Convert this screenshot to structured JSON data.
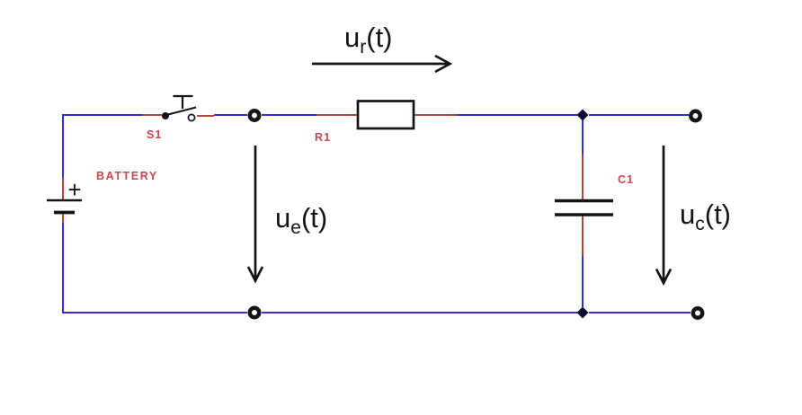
{
  "colors": {
    "wire": "#3232cd",
    "lead": "#b04a3c",
    "component_label": "#c7494f",
    "ink": "#141414",
    "background": "#ffffff"
  },
  "components": {
    "battery": {
      "label": "BATTERY",
      "polarity": "+"
    },
    "switch": {
      "label": "S1"
    },
    "resistor": {
      "label": "R1"
    },
    "capacitor": {
      "label": "C1"
    }
  },
  "voltages": {
    "ur": {
      "base": "u",
      "sub": "r",
      "suffix": "(t)"
    },
    "ue": {
      "base": "u",
      "sub": "e",
      "suffix": "(t)"
    },
    "uc": {
      "base": "u",
      "sub": "c",
      "suffix": "(t)"
    }
  }
}
